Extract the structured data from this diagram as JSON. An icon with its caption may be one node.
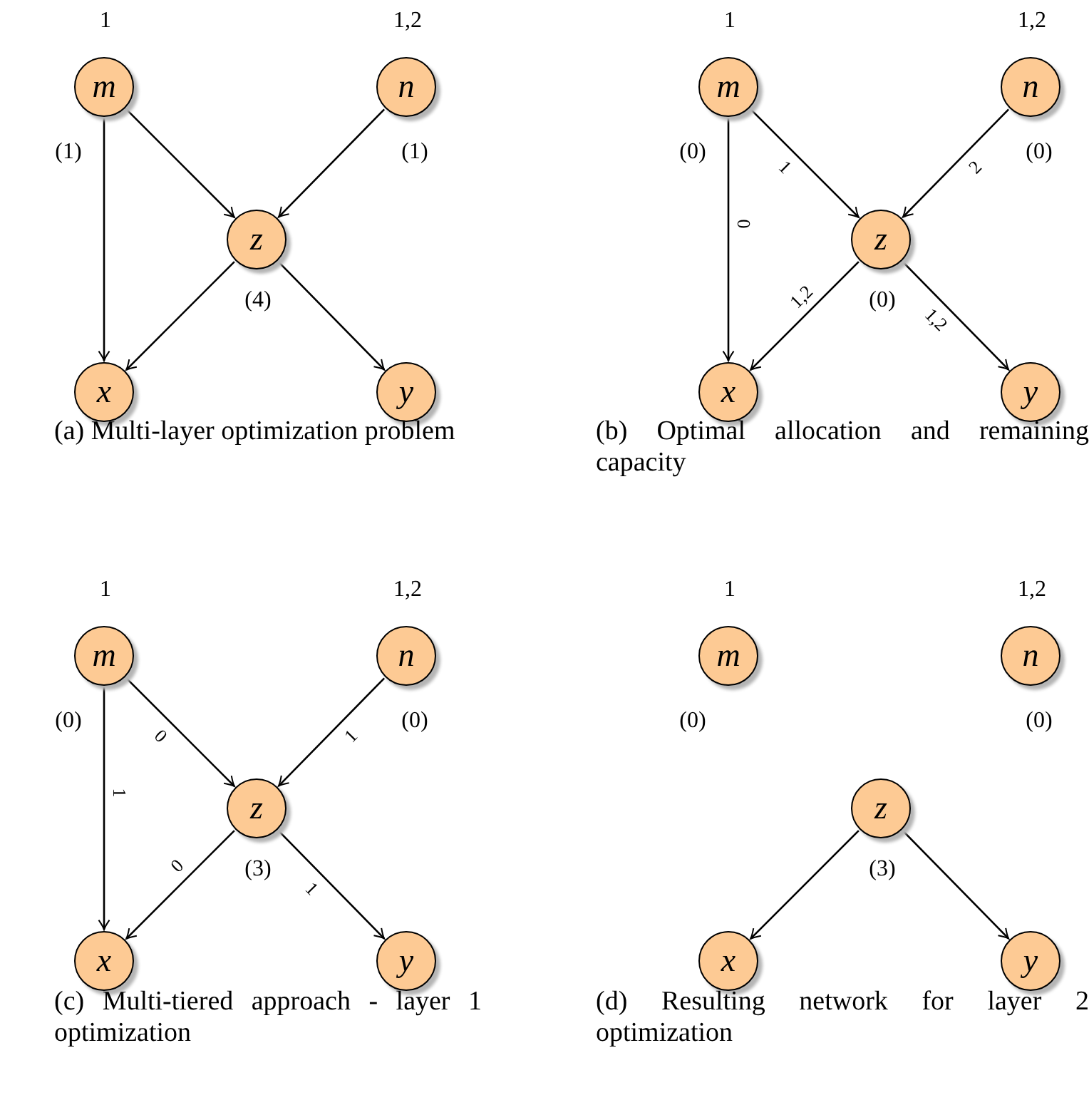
{
  "diagram": {
    "nodes": [
      {
        "text": [
          "m"
        ],
        "beside": [
          "1",
          "(1)"
        ]
      },
      {
        "text": [
          "n"
        ],
        "beside": [
          "1,2",
          "(1)"
        ]
      },
      {
        "text": [
          "z"
        ],
        "beside": [
          "(4)"
        ]
      },
      {
        "text": [
          "x"
        ]
      },
      {
        "text": [
          "y"
        ]
      },
      {
        "text": [
          "m"
        ],
        "beside": [
          "1",
          "(0)"
        ]
      },
      {
        "text": [
          "n"
        ],
        "beside": [
          "1,2",
          "(0)"
        ]
      },
      {
        "text": [
          "z"
        ],
        "beside": [
          "(0)"
        ]
      },
      {
        "text": [
          "x"
        ]
      },
      {
        "text": [
          "y"
        ]
      },
      {
        "text": [
          "m"
        ],
        "beside": [
          "1",
          "(0)"
        ]
      },
      {
        "text": [
          "n"
        ],
        "beside": [
          "1,2",
          "(0)"
        ]
      },
      {
        "text": [
          "z"
        ],
        "beside": [
          "(3)"
        ]
      },
      {
        "text": [
          "x"
        ]
      },
      {
        "text": [
          "y"
        ]
      },
      {
        "text": [
          "m"
        ],
        "beside": [
          "1",
          "(0)"
        ]
      },
      {
        "text": [
          "n"
        ],
        "beside": [
          "1,2",
          "(0)"
        ]
      },
      {
        "text": [
          "z"
        ],
        "beside": [
          "(3)"
        ]
      },
      {
        "text": [
          "x"
        ]
      },
      {
        "text": [
          "y"
        ]
      }
    ],
    "edges": [
      {
        "from": 0,
        "to": 2,
        "arrow": "to"
      },
      {
        "from": 1,
        "to": 2,
        "arrow": "to"
      },
      {
        "from": 0,
        "to": 3,
        "arrow": "to"
      },
      {
        "from": 2,
        "to": 3,
        "arrow": "to"
      },
      {
        "from": 2,
        "to": 4,
        "arrow": "to"
      },
      {
        "from": 5,
        "to": 7,
        "arrow": "to",
        "label": "1"
      },
      {
        "from": 6,
        "to": 7,
        "arrow": "to",
        "label": "2"
      },
      {
        "from": 5,
        "to": 8,
        "arrow": "to",
        "label": "0"
      },
      {
        "from": 7,
        "to": 8,
        "arrow": "to",
        "label": "1,2"
      },
      {
        "from": 7,
        "to": 9,
        "arrow": "to",
        "label": "1,2"
      },
      {
        "from": 10,
        "to": 12,
        "arrow": "to",
        "label": "0"
      },
      {
        "from": 11,
        "to": 12,
        "arrow": "to",
        "label": "1"
      },
      {
        "from": 10,
        "to": 13,
        "arrow": "to",
        "label": "1"
      },
      {
        "from": 12,
        "to": 13,
        "arrow": "to",
        "label": "0"
      },
      {
        "from": 12,
        "to": 14,
        "arrow": "to",
        "label": "1"
      },
      {
        "from": 17,
        "to": 18,
        "arrow": "to"
      },
      {
        "from": 17,
        "to": 19,
        "arrow": "to"
      }
    ],
    "labels": [
      "(a) Multi-layer optimization problem",
      "(b) Optimal allocation and remaining capacity",
      "(c) Multi-tiered approach - layer 1 optimization",
      "(d) Resulting network for layer 2 optimization"
    ]
  }
}
